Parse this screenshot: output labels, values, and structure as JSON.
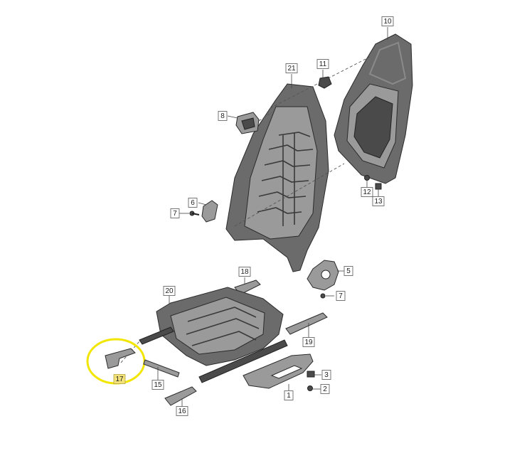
{
  "diagram": {
    "highlight_color": "#f2e600",
    "highlighted_part": "17",
    "callouts": [
      {
        "id": "c10",
        "label": "10"
      },
      {
        "id": "c21",
        "label": "21"
      },
      {
        "id": "c11",
        "label": "11"
      },
      {
        "id": "c8",
        "label": "8"
      },
      {
        "id": "c6",
        "label": "6"
      },
      {
        "id": "c7a",
        "label": "7"
      },
      {
        "id": "c12",
        "label": "12"
      },
      {
        "id": "c13",
        "label": "13"
      },
      {
        "id": "c18",
        "label": "18"
      },
      {
        "id": "c5",
        "label": "5"
      },
      {
        "id": "c20",
        "label": "20"
      },
      {
        "id": "c7b",
        "label": "7"
      },
      {
        "id": "c19",
        "label": "19"
      },
      {
        "id": "c17",
        "label": "17"
      },
      {
        "id": "c15",
        "label": "15"
      },
      {
        "id": "c3",
        "label": "3"
      },
      {
        "id": "c2",
        "label": "2"
      },
      {
        "id": "c1",
        "label": "1"
      },
      {
        "id": "c16",
        "label": "16"
      }
    ]
  }
}
